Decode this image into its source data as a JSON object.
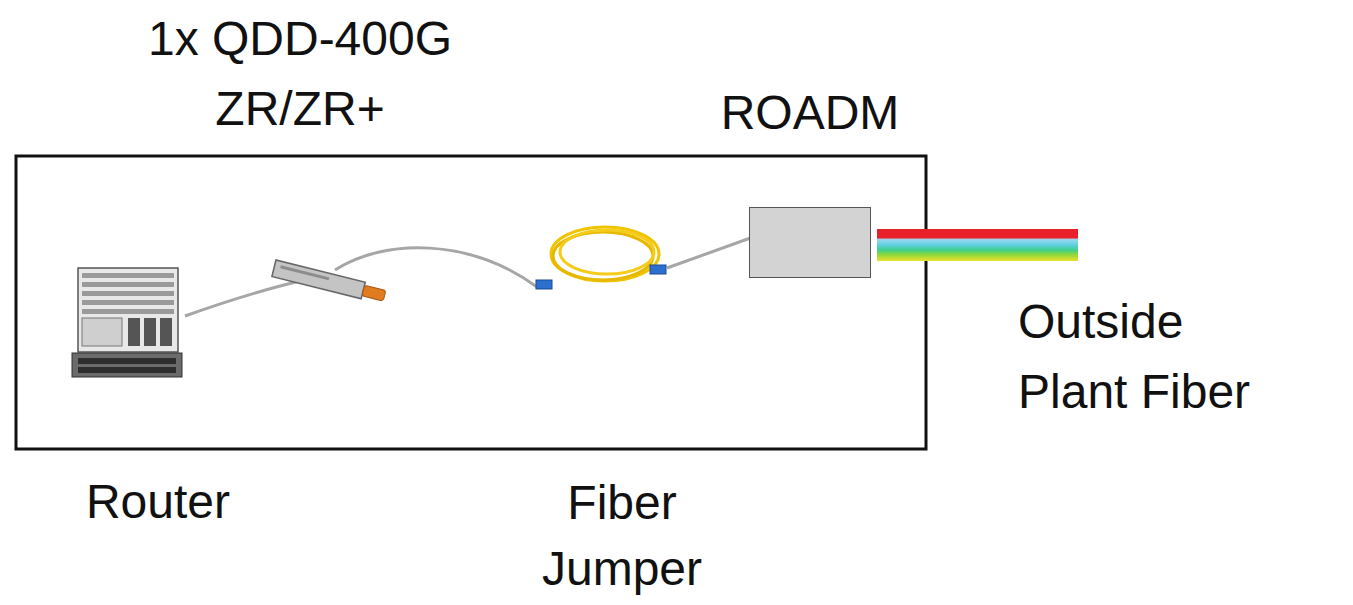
{
  "diagram": {
    "nodes": [
      {
        "text": [
          "ROADM"
        ]
      }
    ],
    "labels": [
      "1x QDD-400G ZR/ZR+",
      "Router",
      "Fiber Jumper",
      "Outside Plant Fiber"
    ]
  }
}
